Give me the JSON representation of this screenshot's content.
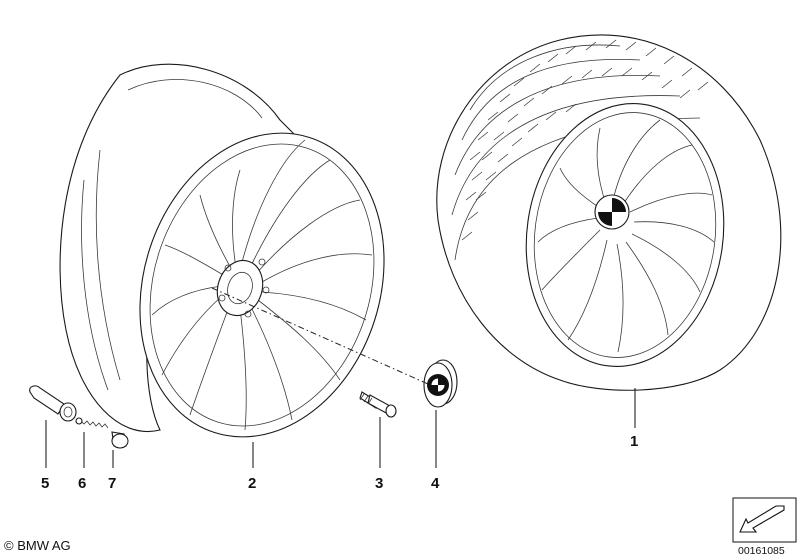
{
  "callouts": {
    "c1": "1",
    "c2": "2",
    "c3": "3",
    "c4": "4",
    "c5": "5",
    "c6": "6",
    "c7": "7"
  },
  "footer": {
    "copyright": "© BMW AG",
    "drawing_number": "00161085"
  },
  "colors": {
    "line": "#1a1a1a",
    "logo_blue": "#ffffff",
    "logo_dark": "#111111"
  }
}
